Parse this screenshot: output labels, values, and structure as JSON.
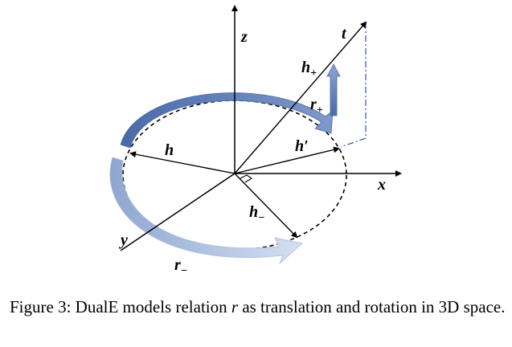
{
  "figure": {
    "labels": {
      "z": "z",
      "x": "x",
      "y": "y",
      "t": "t",
      "h": "h",
      "h_plus_base": "h",
      "h_plus_sub": "+",
      "r_plus_base": "r",
      "r_plus_sub": "+",
      "h_prime": "h′",
      "h_minus_base": "h",
      "h_minus_sub": "−",
      "r_minus_base": "r",
      "r_minus_sub": "−"
    },
    "colors": {
      "line": "#000000",
      "arrow_dark": "#4a6aa8",
      "arrow_mid": "#7f99c9",
      "arrow_light": "#c9d6ec",
      "dashdot": "#3a63b8"
    }
  },
  "caption": {
    "prefix": "Figure 3: DualE models relation ",
    "math": "r",
    "suffix": " as translation and rotation in 3D space."
  }
}
